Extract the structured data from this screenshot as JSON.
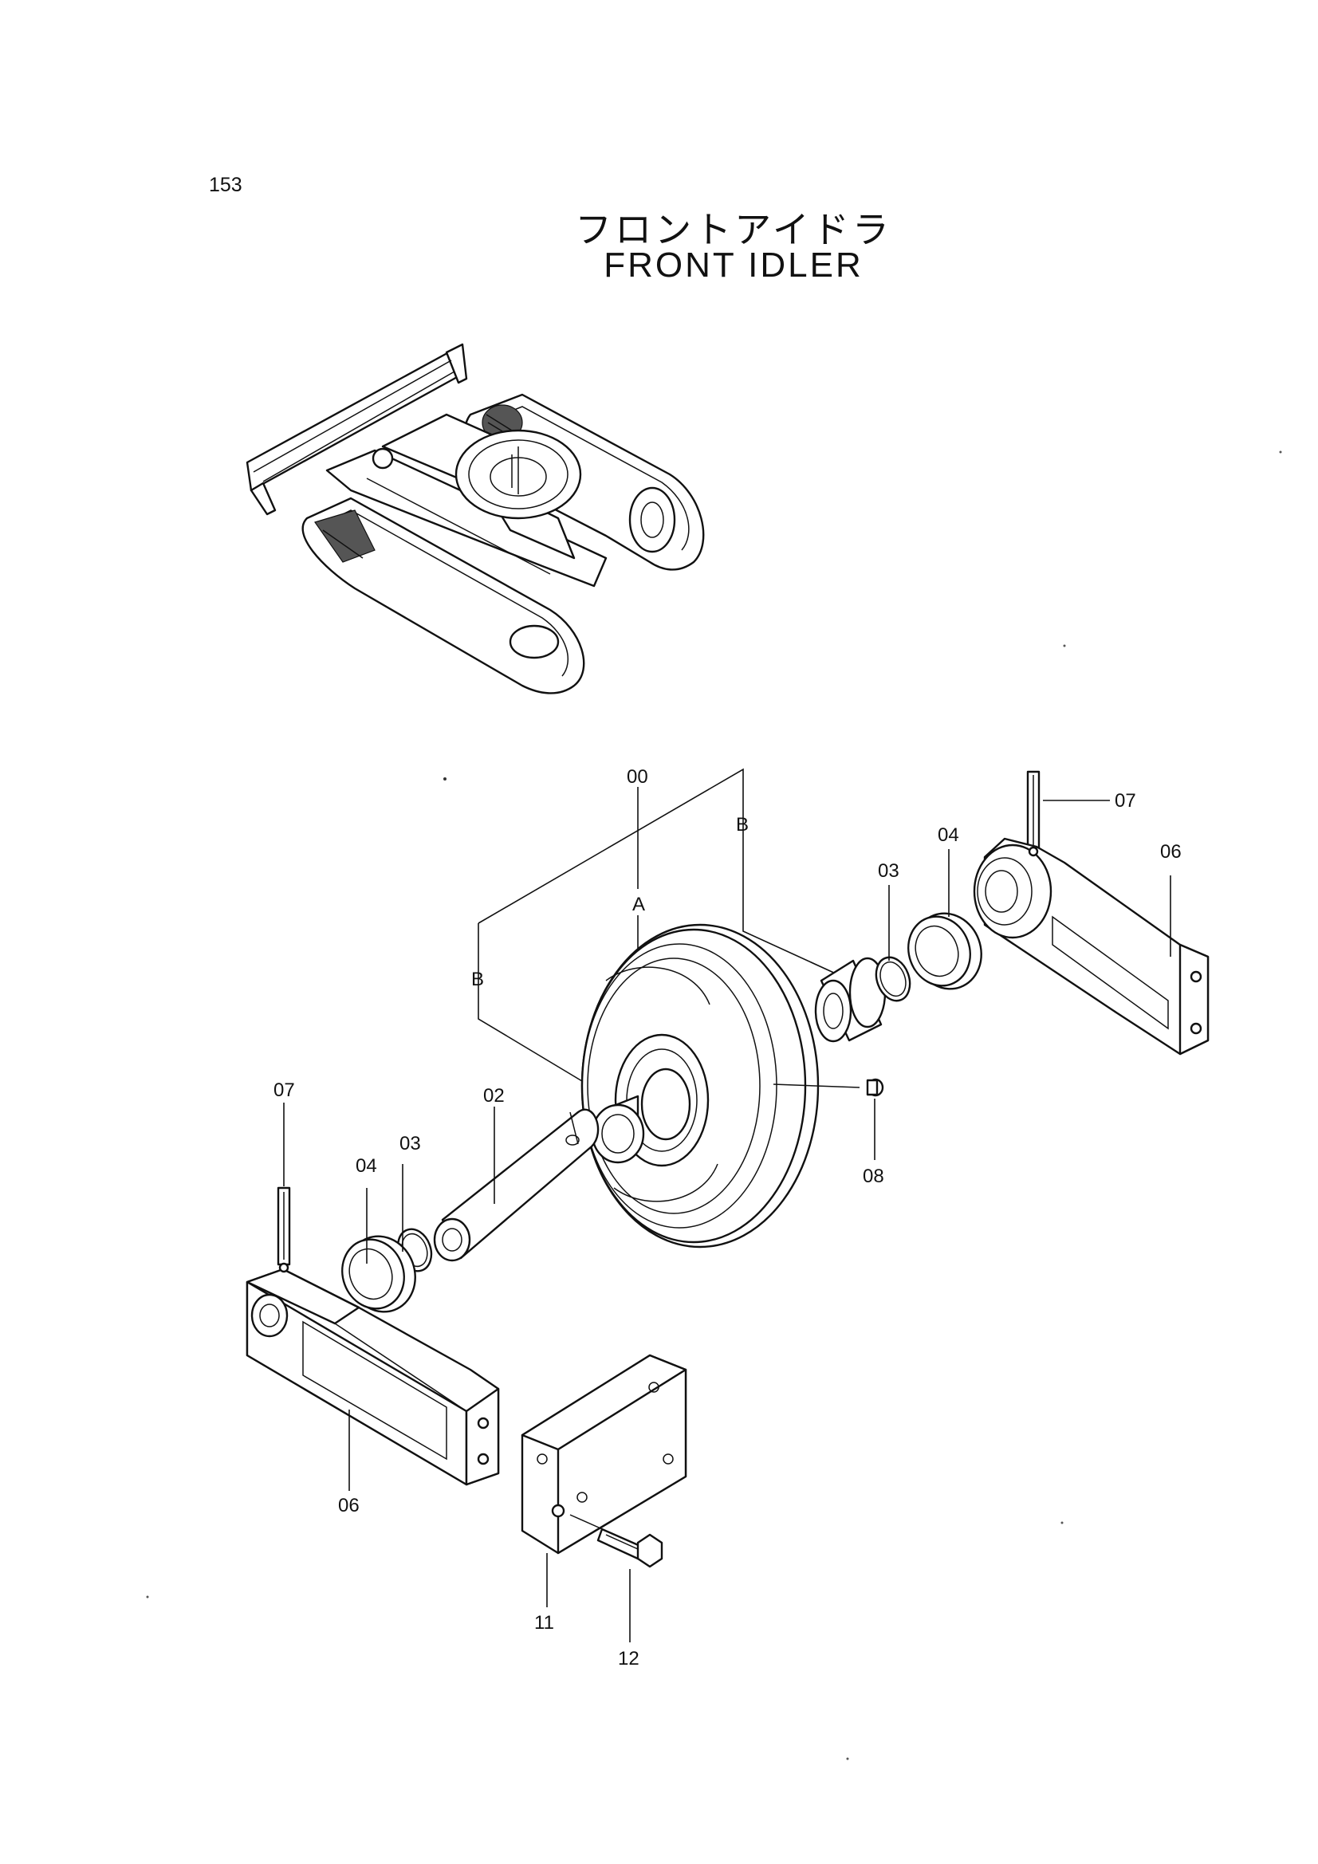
{
  "page": {
    "number": "153",
    "title_jp": "フロントアイドラ",
    "title_en": "FRONT IDLER"
  },
  "callouts": {
    "c00": "00",
    "cA": "A",
    "cB_left": "B",
    "cB_right": "B",
    "c02": "02",
    "c03_left": "03",
    "c03_right": "03",
    "c04_left": "04",
    "c04_right": "04",
    "c06_left": "06",
    "c06_right": "06",
    "c07_left": "07",
    "c07_right": "07",
    "c08": "08",
    "c11": "11",
    "c12": "12"
  }
}
